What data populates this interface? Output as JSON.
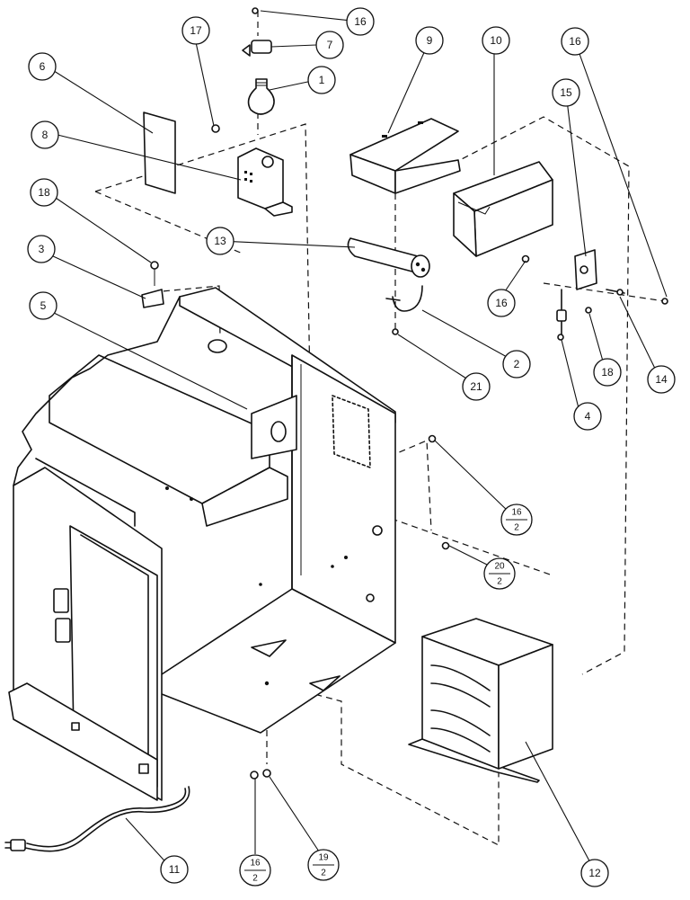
{
  "callouts": [
    {
      "id": "c1",
      "label": "1"
    },
    {
      "id": "c2",
      "label": "2"
    },
    {
      "id": "c3",
      "label": "3"
    },
    {
      "id": "c4",
      "label": "4"
    },
    {
      "id": "c5",
      "label": "5"
    },
    {
      "id": "c6",
      "label": "6"
    },
    {
      "id": "c7",
      "label": "7"
    },
    {
      "id": "c8",
      "label": "8"
    },
    {
      "id": "c9",
      "label": "9"
    },
    {
      "id": "c10",
      "label": "10"
    },
    {
      "id": "c11",
      "label": "11"
    },
    {
      "id": "c12",
      "label": "12"
    },
    {
      "id": "c13",
      "label": "13"
    },
    {
      "id": "c14",
      "label": "14"
    },
    {
      "id": "c15",
      "label": "15"
    },
    {
      "id": "c16a",
      "label": "16"
    },
    {
      "id": "c16b",
      "label": "16"
    },
    {
      "id": "c16c",
      "label": "16"
    },
    {
      "id": "c17",
      "label": "17"
    },
    {
      "id": "c18a",
      "label": "18"
    },
    {
      "id": "c18b",
      "label": "18"
    },
    {
      "id": "c21",
      "label": "21"
    }
  ],
  "fraction_callouts": [
    {
      "id": "f16a",
      "top": "16",
      "bottom": "2"
    },
    {
      "id": "f20",
      "top": "20",
      "bottom": "2"
    },
    {
      "id": "f16b",
      "top": "16",
      "bottom": "2"
    },
    {
      "id": "f19",
      "top": "19",
      "bottom": "2"
    }
  ]
}
